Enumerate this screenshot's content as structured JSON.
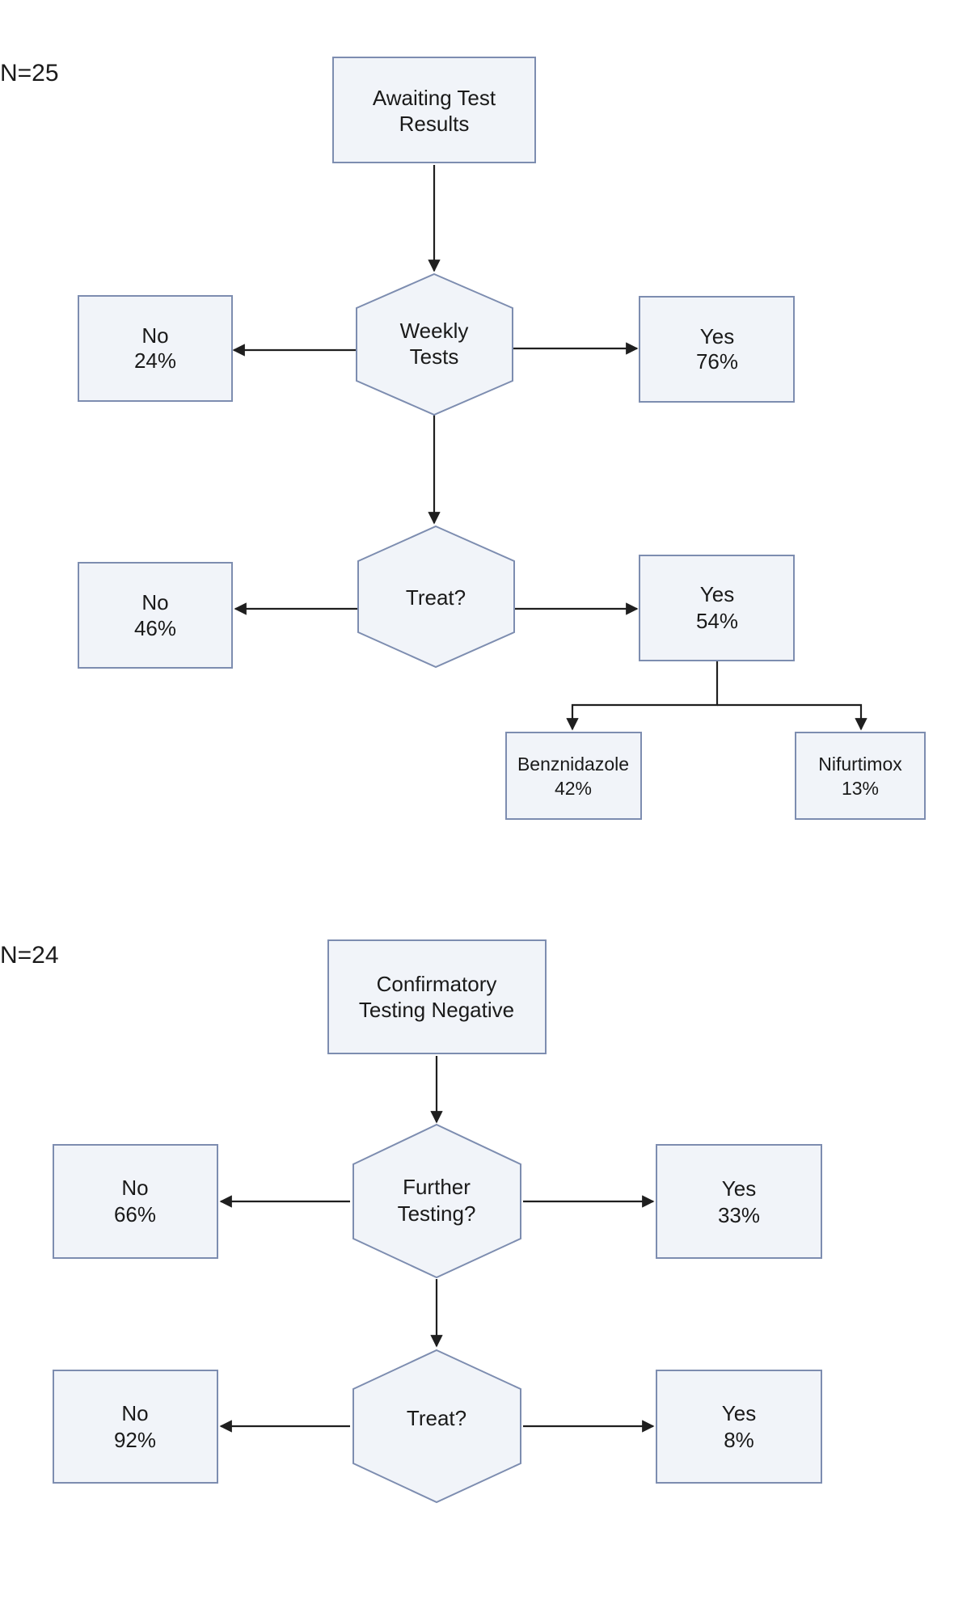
{
  "flow1": {
    "count": "N=25",
    "start": [
      "Awaiting Test",
      "Results"
    ],
    "q1": [
      "Weekly",
      "Tests"
    ],
    "q1_no": [
      "No",
      "24%"
    ],
    "q1_yes": [
      "Yes",
      "76%"
    ],
    "q2": [
      "Treat?"
    ],
    "q2_no": [
      "No",
      "46%"
    ],
    "q2_yes": [
      "Yes",
      "54%"
    ],
    "drug_a": [
      "Benznidazole",
      "42%"
    ],
    "drug_b": [
      "Nifurtimox",
      "13%"
    ]
  },
  "flow2": {
    "count": "N=24",
    "start": [
      "Confirmatory",
      "Testing Negative"
    ],
    "q1": [
      "Further",
      "Testing?"
    ],
    "q1_no": [
      "No",
      "66%"
    ],
    "q1_yes": [
      "Yes",
      "33%"
    ],
    "q2": [
      "Treat?"
    ],
    "q2_no": [
      "No",
      "92%"
    ],
    "q2_yes": [
      "Yes",
      "8%"
    ]
  }
}
